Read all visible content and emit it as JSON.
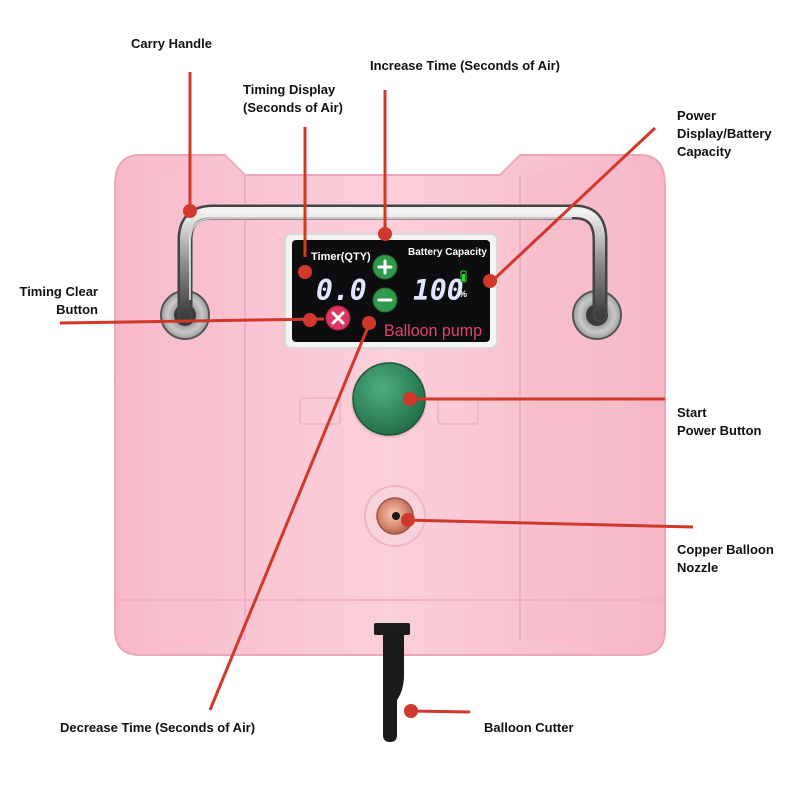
{
  "device": {
    "display": {
      "timer_label": "Timer(QTY)",
      "timer_value": "0.0",
      "battery_label": "Battery Capacity",
      "battery_value": "100",
      "percent_sign": "%",
      "brand_text": "Balloon pump"
    }
  },
  "callouts": {
    "carry_handle": "Carry Handle",
    "timing_display": "Timing Display\n(Seconds of Air)",
    "increase_time": "Increase Time (Seconds of Air)",
    "power_display": "Power\nDisplay/Battery\nCapacity",
    "timing_clear": "Timing Clear\nButton",
    "start_power": "Start\nPower Button",
    "copper_nozzle": "Copper Balloon\nNozzle",
    "decrease_time": "Decrease Time (Seconds of Air)",
    "balloon_cutter": "Balloon Cutter"
  },
  "colors": {
    "body_pink": "#f9c6d2",
    "callout_red": "#d0382b",
    "start_button_green": "#2e8a5c",
    "display_digit": "#dfe8ff"
  }
}
